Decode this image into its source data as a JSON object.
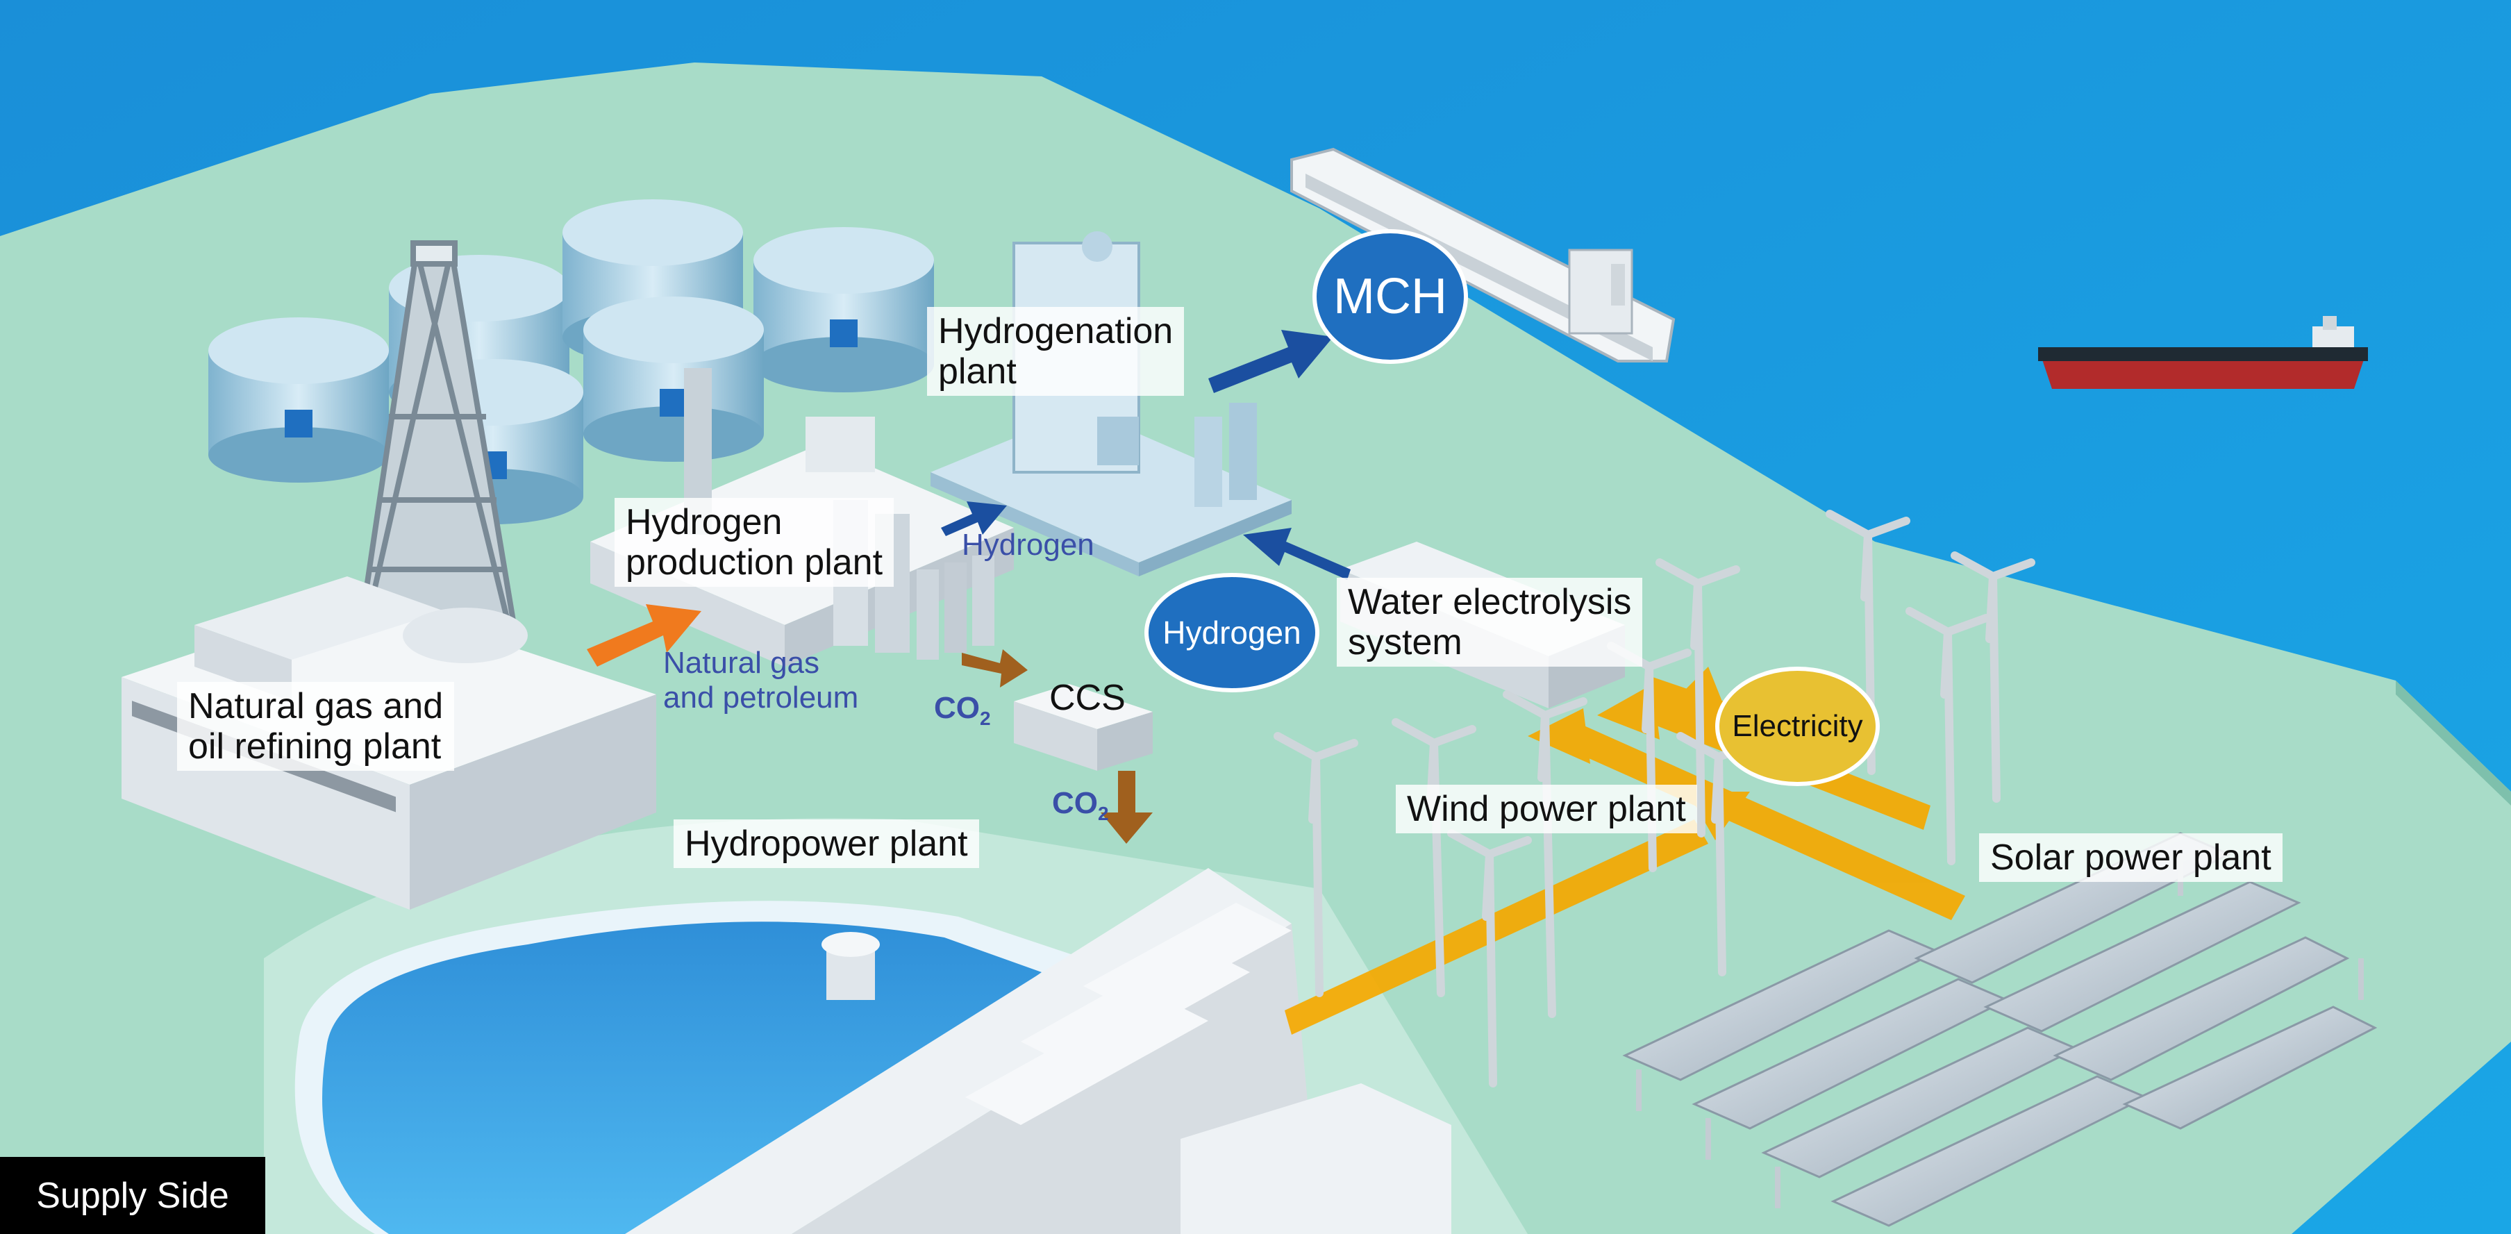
{
  "labels": {
    "refining": "Natural gas and\noil refining plant",
    "h2_production": "Hydrogen\nproduction plant",
    "hydrogenation": "Hydrogenation\nplant",
    "electrolysis": "Water electrolysis\nsystem",
    "ccs": "CCS",
    "wind": "Wind power plant",
    "solar": "Solar power plant",
    "hydro": "Hydropower plant"
  },
  "flows": {
    "natural_gas": "Natural gas\nand petroleum",
    "hydrogen_small": "Hydrogen",
    "co2_a": "CO",
    "co2_b": "CO",
    "co2_sub": "2"
  },
  "badges": {
    "mch": "MCH",
    "hydrogen": "Hydrogen",
    "electricity": "Electricity"
  },
  "footer": {
    "supply_side": "Supply Side"
  },
  "colors": {
    "sea": "#1a9be0",
    "land": "#a8dcc8",
    "orange_arrow": "#f07a1e",
    "blue_arrow": "#1b4fa0",
    "yellow_flow": "#f5a800",
    "brown_arrow": "#a0601e",
    "mch_badge": "#1f6fc0",
    "electricity_badge": "#e8c132"
  },
  "icons": [
    "storage-tank-icon",
    "drilling-rig-icon",
    "refinery-building-icon",
    "cargo-ship-icon",
    "tanker-ship-icon",
    "wind-turbine-icon",
    "solar-panel-icon",
    "dam-icon"
  ]
}
